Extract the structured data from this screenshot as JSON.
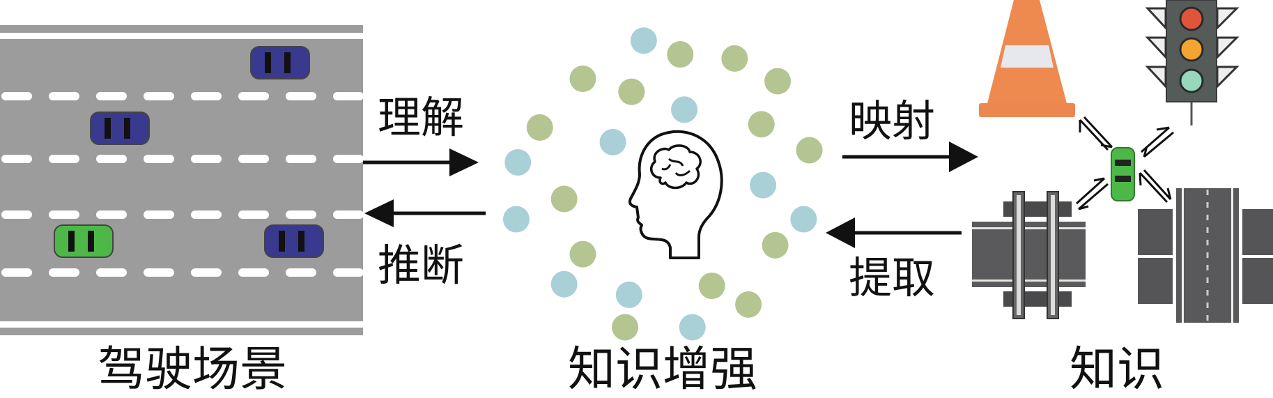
{
  "labels": {
    "understand": "理解",
    "infer": "推断",
    "map": "映射",
    "extract": "提取"
  },
  "captions": {
    "scene": "驾驶场景",
    "enhance": "知识增强",
    "knowledge": "知识"
  },
  "colors": {
    "road": "#9c9c9c",
    "car_blue": "#3a3990",
    "car_green": "#4db848",
    "dot_blue": "#a9cfd7",
    "dot_green": "#b4c592",
    "cone": "#ee8a4f",
    "light_body": "#555b58"
  },
  "icons": [
    "road-scene",
    "car-icon",
    "brain-head-icon",
    "traffic-cone-icon",
    "traffic-light-icon",
    "railway-crossing-icon",
    "road-intersection-icon"
  ]
}
